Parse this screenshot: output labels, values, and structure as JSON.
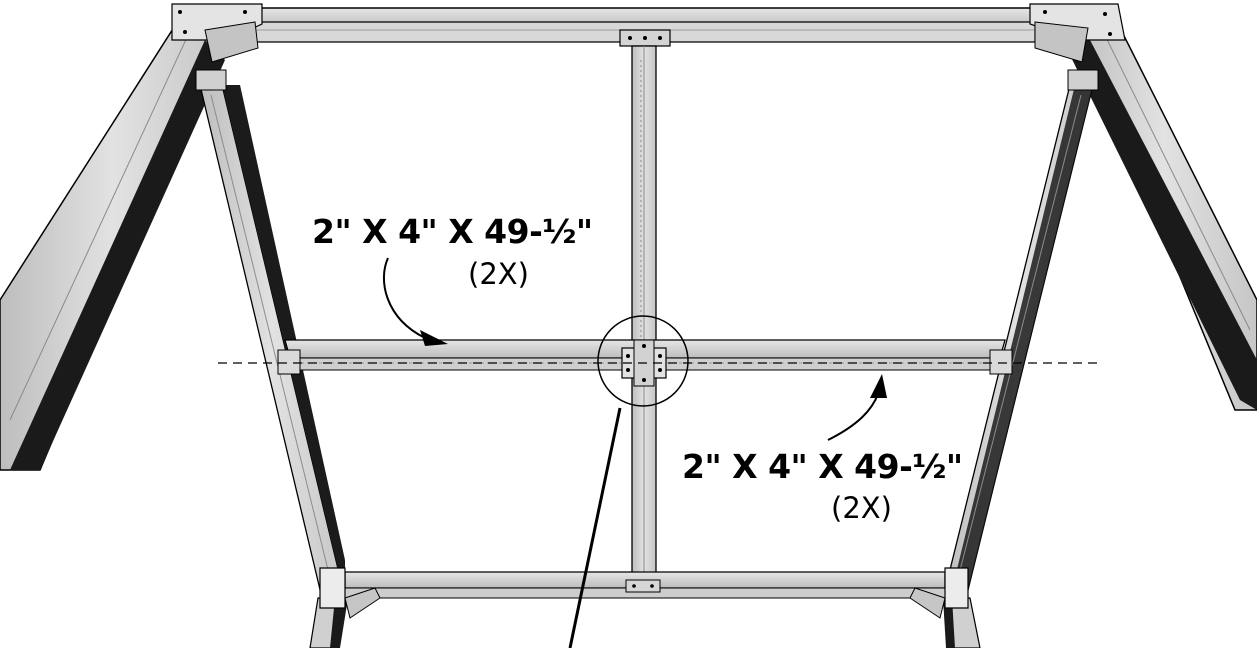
{
  "callouts": {
    "upper_left": {
      "dimension": "2\" X 4\" X 49-½\"",
      "quantity": "(2X)"
    },
    "lower_right": {
      "dimension": "2\" X 4\" X 49-½\"",
      "quantity": "(2X)"
    }
  },
  "colors": {
    "lumber_face": "#d9d9d9",
    "lumber_edge": "#9a9a9a",
    "lumber_shadow": "#1a1a1a",
    "bracket": "#c8c8c8",
    "outline": "#000000"
  }
}
